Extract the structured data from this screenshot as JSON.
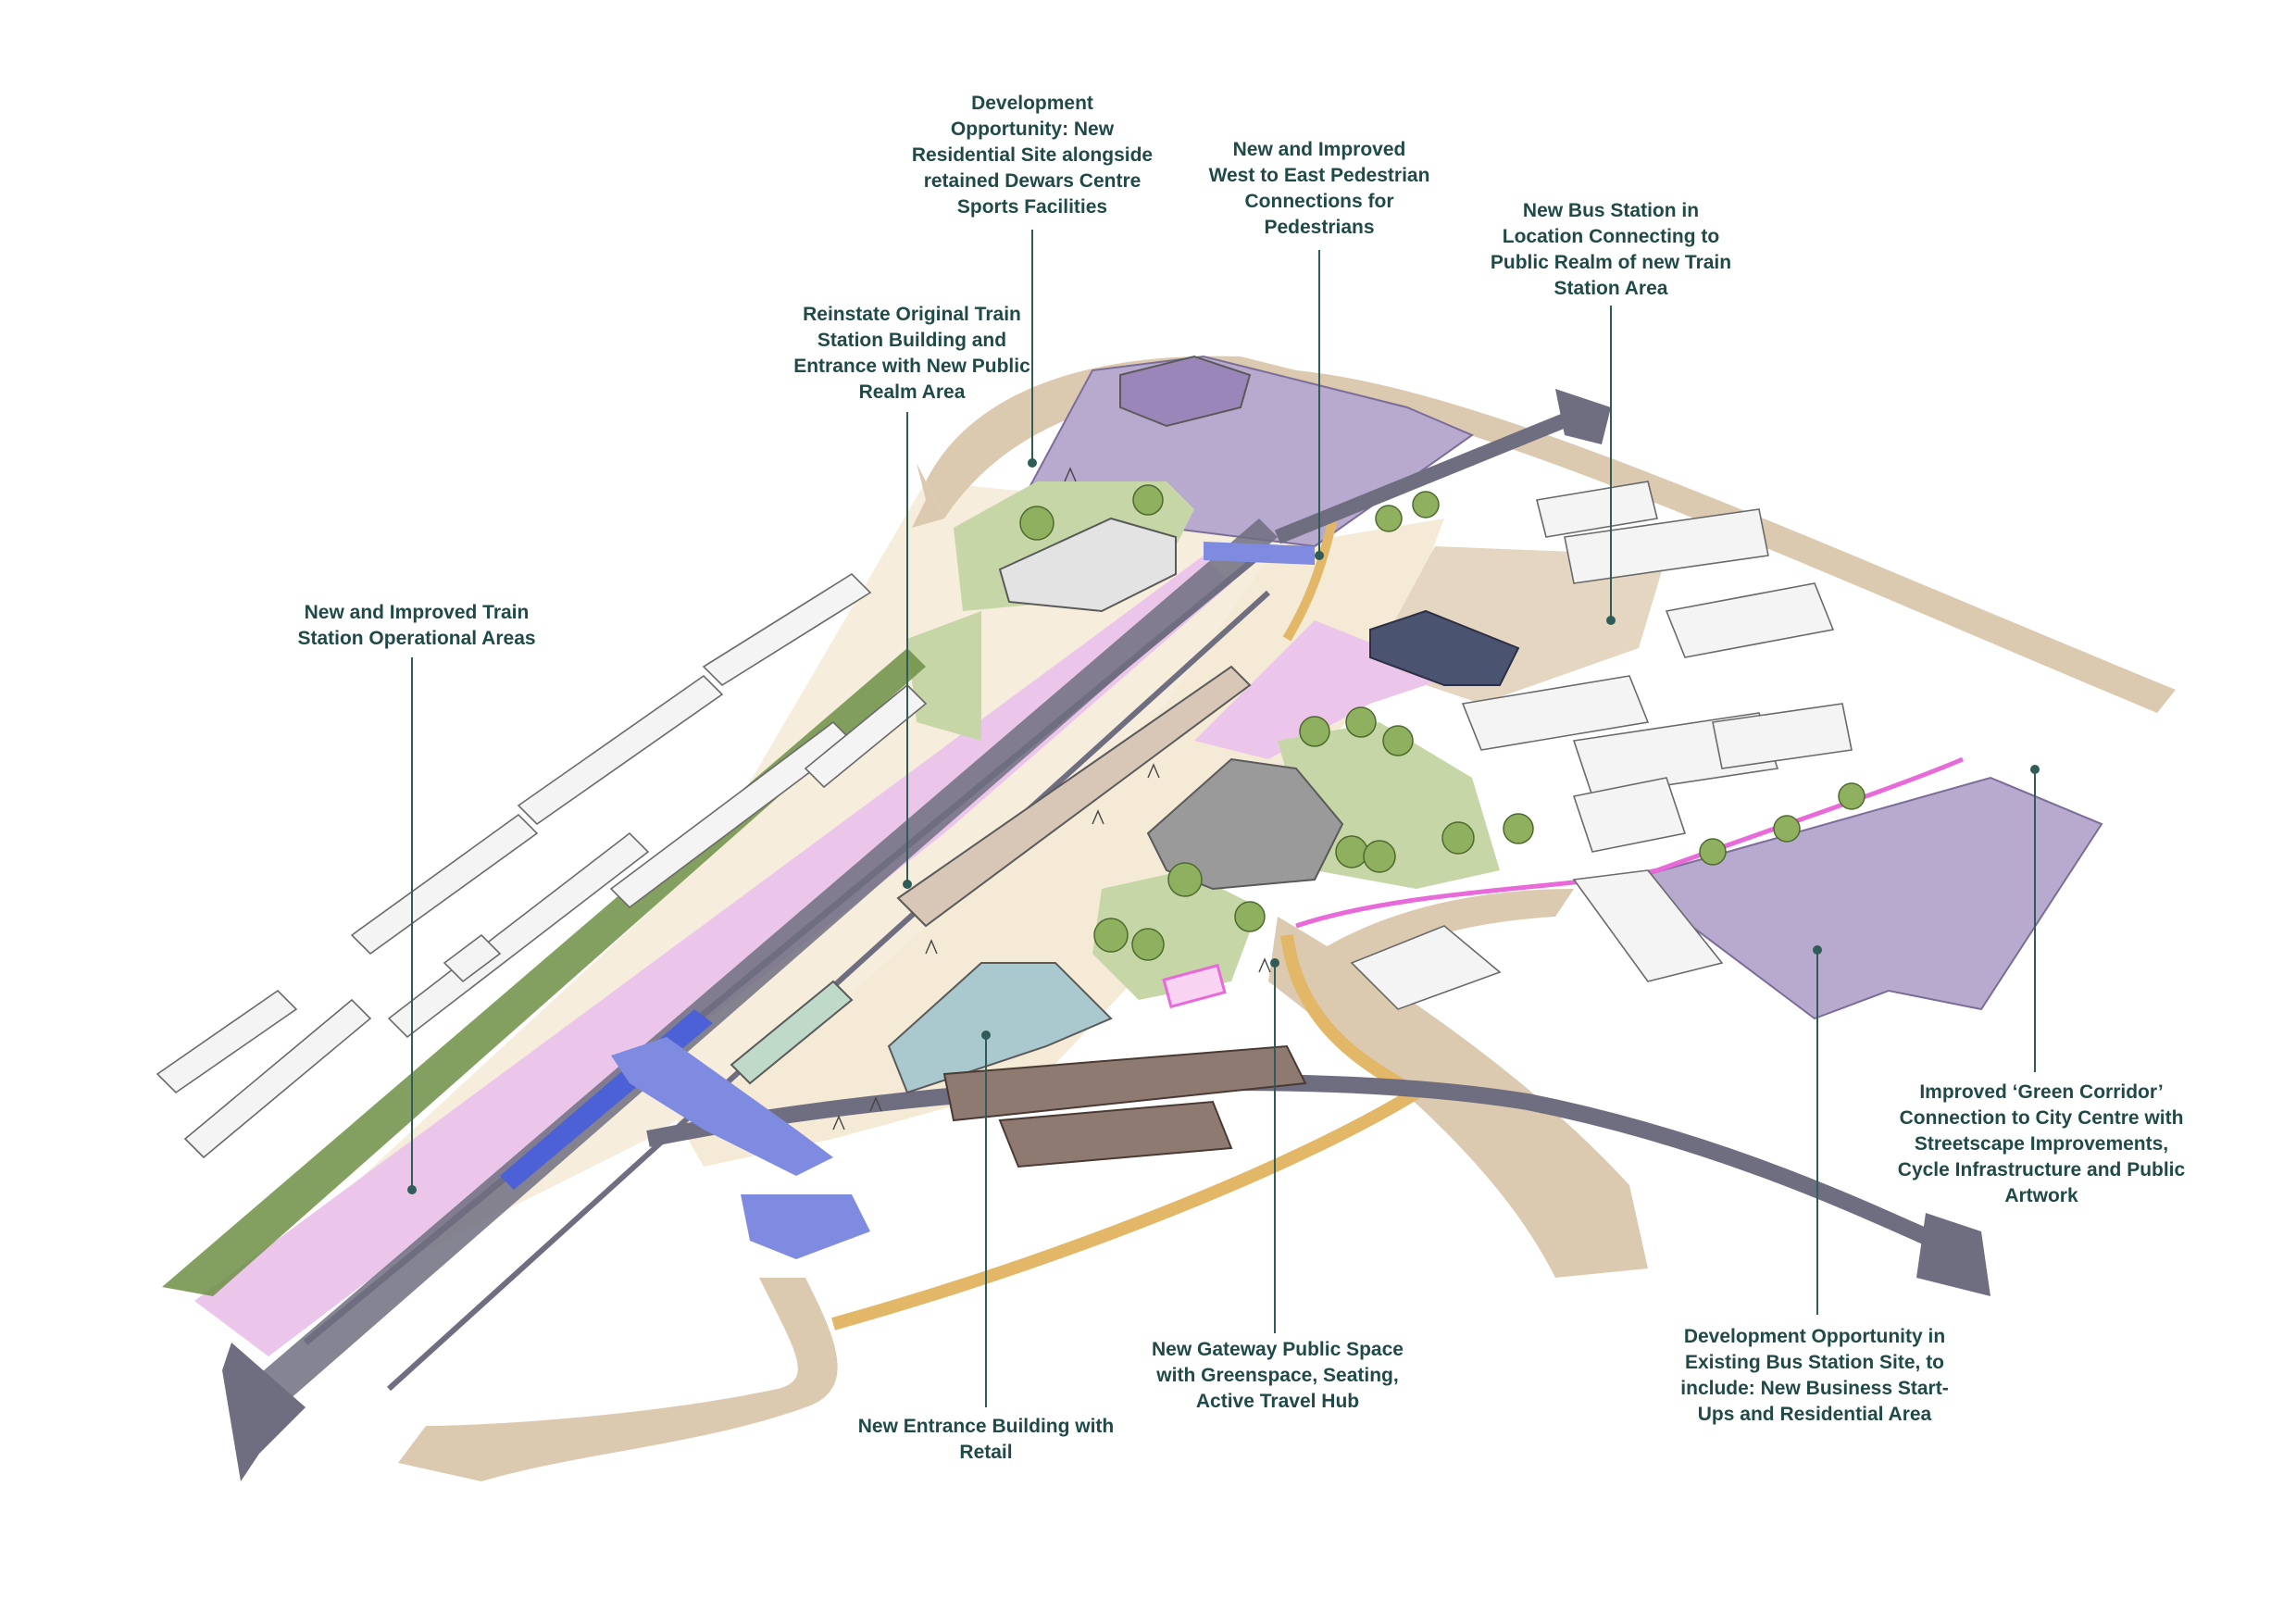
{
  "callouts": [
    {
      "id": "dewars",
      "text": "Development\nOpportunity: New\nResidential Site alongside\nretained Dewars Centre\nSports Facilities"
    },
    {
      "id": "pedestrian",
      "text": "New and Improved\nWest to East Pedestrian\nConnections for\nPedestrians"
    },
    {
      "id": "bus-station",
      "text": "New Bus Station in\nLocation Connecting to\nPublic Realm of new Train\nStation Area"
    },
    {
      "id": "original-station",
      "text": "Reinstate Original Train\nStation Building and\nEntrance with New Public\nRealm Area"
    },
    {
      "id": "operational",
      "text": "New and Improved Train\nStation Operational Areas"
    },
    {
      "id": "green-corridor",
      "text": "Improved ‘Green Corridor’\nConnection to City Centre with\nStreetscape Improvements,\nCycle Infrastructure and Public\nArtwork"
    },
    {
      "id": "gateway",
      "text": "New Gateway Public Space\nwith Greenspace, Seating,\nActive Travel Hub"
    },
    {
      "id": "bus-site",
      "text": "Development Opportunity in\nExisting Bus Station Site, to\ninclude: New Business Start-\nUps and Residential Area"
    },
    {
      "id": "entrance",
      "text": "New Entrance Building with\nRetail"
    }
  ],
  "colors": {
    "label": "#1f4a47",
    "leader": "#2f5c57",
    "purple_zone": "#b8a9cf",
    "pink_zone": "#ecc6ea",
    "green_zone": "#c6d6a6",
    "green_corridor": "#6d8f45",
    "tan_path": "#dccab0",
    "beige_ground": "#f5ead6",
    "orange_path": "#e2b768",
    "rail_grey": "#6f6e80",
    "blue_bridge": "#7f8be0",
    "roof_grey": "#9a9a9a",
    "magenta_cycle": "#e86ad8"
  }
}
